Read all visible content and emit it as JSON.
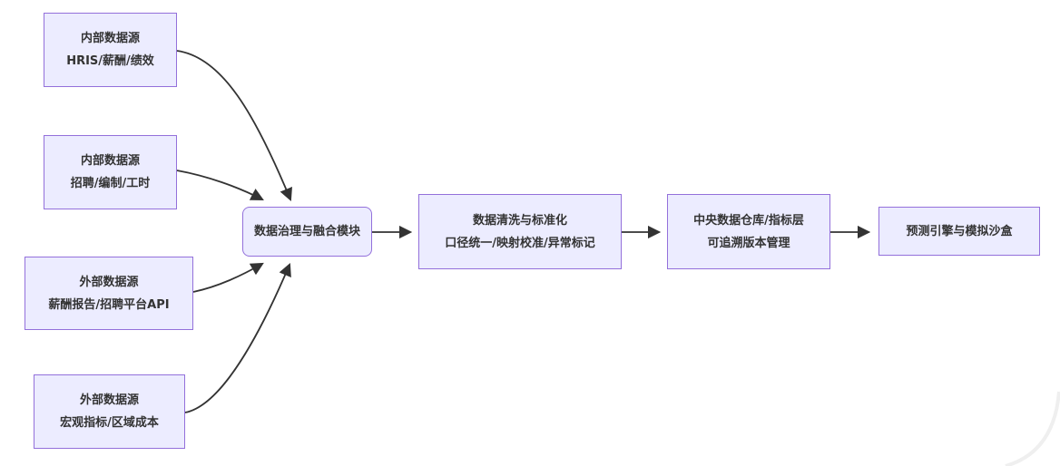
{
  "diagram": {
    "type": "flowchart",
    "direction": "left-to-right",
    "colors": {
      "node_fill": "#ECECFF",
      "node_border": "#9370DB",
      "edge_stroke": "#333333",
      "text": "#333333",
      "background": "#ffffff"
    },
    "nodes": {
      "internal1": {
        "line1": "内部数据源",
        "line2": "HRIS/薪酬/绩效"
      },
      "internal2": {
        "line1": "内部数据源",
        "line2": "招聘/编制/工时"
      },
      "external1": {
        "line1": "外部数据源",
        "line2": "薪酬报告/招聘平台API"
      },
      "external2": {
        "line1": "外部数据源",
        "line2": "宏观指标/区域成本"
      },
      "governance": {
        "line1": "数据治理与融合模块"
      },
      "cleaning": {
        "line1": "数据清洗与标准化",
        "line2": "口径统一/映射校准/异常标记"
      },
      "warehouse": {
        "line1": "中央数据仓库/指标层",
        "line2": "可追溯版本管理"
      },
      "engine": {
        "line1": "预测引擎与模拟沙盒"
      }
    },
    "edges": [
      {
        "from": "internal1",
        "to": "governance"
      },
      {
        "from": "internal2",
        "to": "governance"
      },
      {
        "from": "external1",
        "to": "governance"
      },
      {
        "from": "external2",
        "to": "governance"
      },
      {
        "from": "governance",
        "to": "cleaning"
      },
      {
        "from": "cleaning",
        "to": "warehouse"
      },
      {
        "from": "warehouse",
        "to": "engine"
      }
    ]
  }
}
